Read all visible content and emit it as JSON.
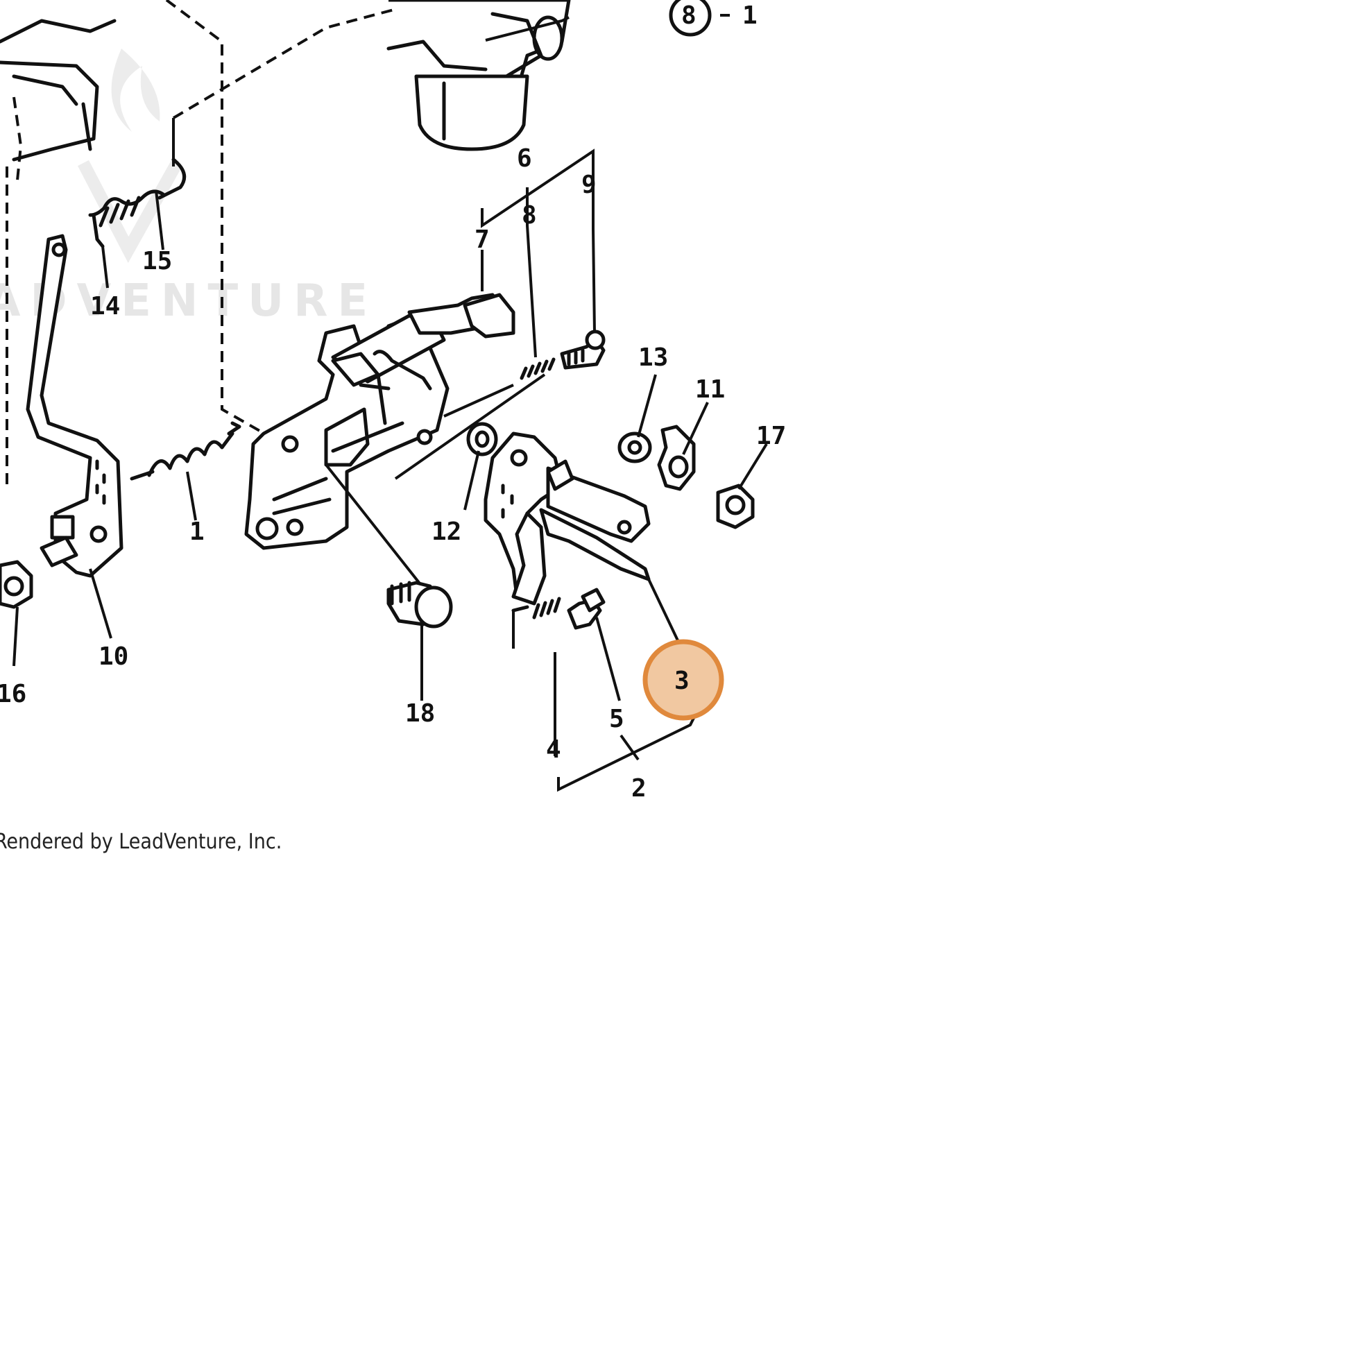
{
  "watermark": {
    "text": "ADVENTURE"
  },
  "footer": {
    "text": "Rendered by LeadVenture, Inc."
  },
  "highlight": {
    "callout": "3",
    "color": "#e89b54"
  },
  "callouts": {
    "c8_top": "8",
    "c1_top": "1",
    "c6": "6",
    "c8": "8",
    "c9": "9",
    "c7": "7",
    "c15": "15",
    "c14": "14",
    "c13": "13",
    "c11": "11",
    "c17": "17",
    "c1": "1",
    "c12": "12",
    "c10": "10",
    "c16": "16",
    "c18": "18",
    "c3": "3",
    "c5": "5",
    "c4": "4",
    "c2": "2"
  }
}
